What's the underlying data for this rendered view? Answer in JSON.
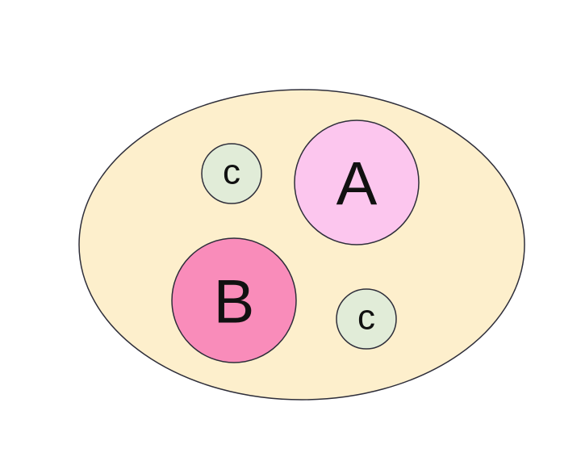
{
  "diagram": {
    "universe": {
      "fill": "#fdefcc",
      "stroke": "#2e2e3a"
    },
    "sets": [
      {
        "key": "a",
        "label": "A",
        "fill": "#fcc6ee",
        "stroke": "#2e2e3a"
      },
      {
        "key": "b",
        "label": "B",
        "fill": "#f98cba",
        "stroke": "#2e2e3a"
      },
      {
        "key": "c1",
        "label": "c",
        "fill": "#e1ecd8",
        "stroke": "#2e2e3a"
      },
      {
        "key": "c2",
        "label": "c",
        "fill": "#e1ecd8",
        "stroke": "#2e2e3a"
      }
    ]
  }
}
